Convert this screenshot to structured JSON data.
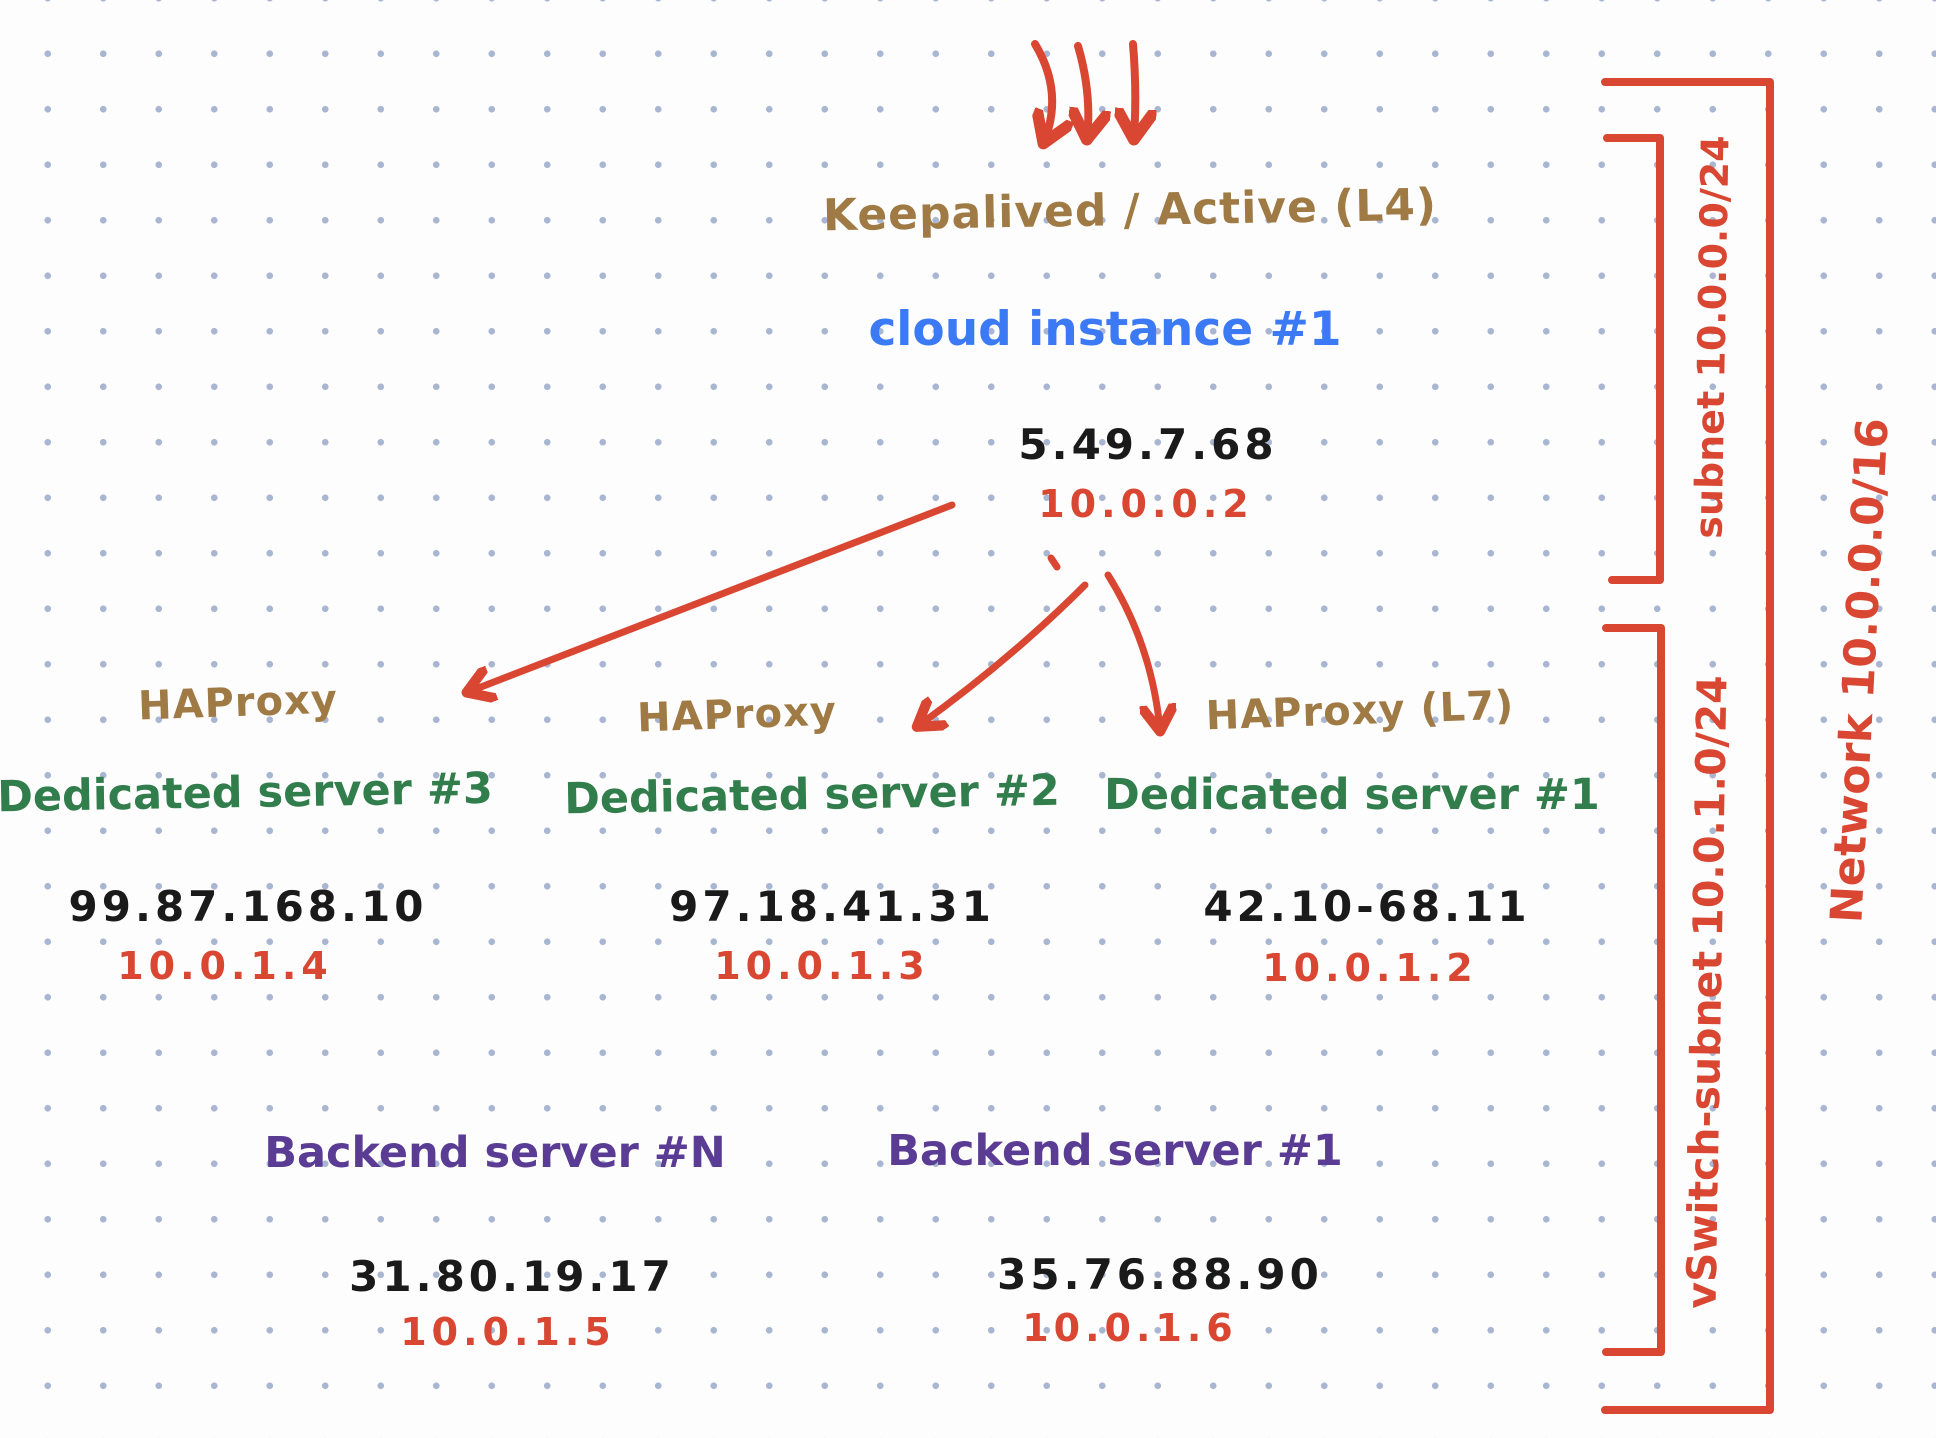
{
  "lb": {
    "role": "Keepalived / Active (L4)",
    "instance": "cloud instance #1",
    "public_ip": "5.49.7.68",
    "private_ip": "10.0.0.2"
  },
  "proxies": [
    {
      "role": "HAProxy",
      "server": "Dedicated server #3",
      "public_ip": "99.87.168.10",
      "private_ip": "10.0.1.4"
    },
    {
      "role": "HAProxy",
      "server": "Dedicated server #2",
      "public_ip": "97.18.41.31",
      "private_ip": "10.0.1.3"
    },
    {
      "role": "HAProxy (L7)",
      "server": "Dedicated server #1",
      "public_ip": "42.10-68.11",
      "private_ip": "10.0.1.2"
    }
  ],
  "backends": [
    {
      "name": "Backend server #N",
      "public_ip": "31.80.19.17",
      "private_ip": "10.0.1.5"
    },
    {
      "name": "Backend server #1",
      "public_ip": "35.76.88.90",
      "private_ip": "10.0.1.6"
    }
  ],
  "brackets": {
    "subnet": "subnet 10.0.0.0/24",
    "vswitch": "vSwitch-subnet 10.0.1.0/24",
    "network": "Network 10.0.0.0/16"
  },
  "colors": {
    "red": "#d94732",
    "brown": "#9f7a44",
    "blue": "#3c79f5",
    "green": "#317d4c",
    "purple": "#5a3c94",
    "ink": "#1a1a1a",
    "dot_grid": "#a9b6d2"
  }
}
